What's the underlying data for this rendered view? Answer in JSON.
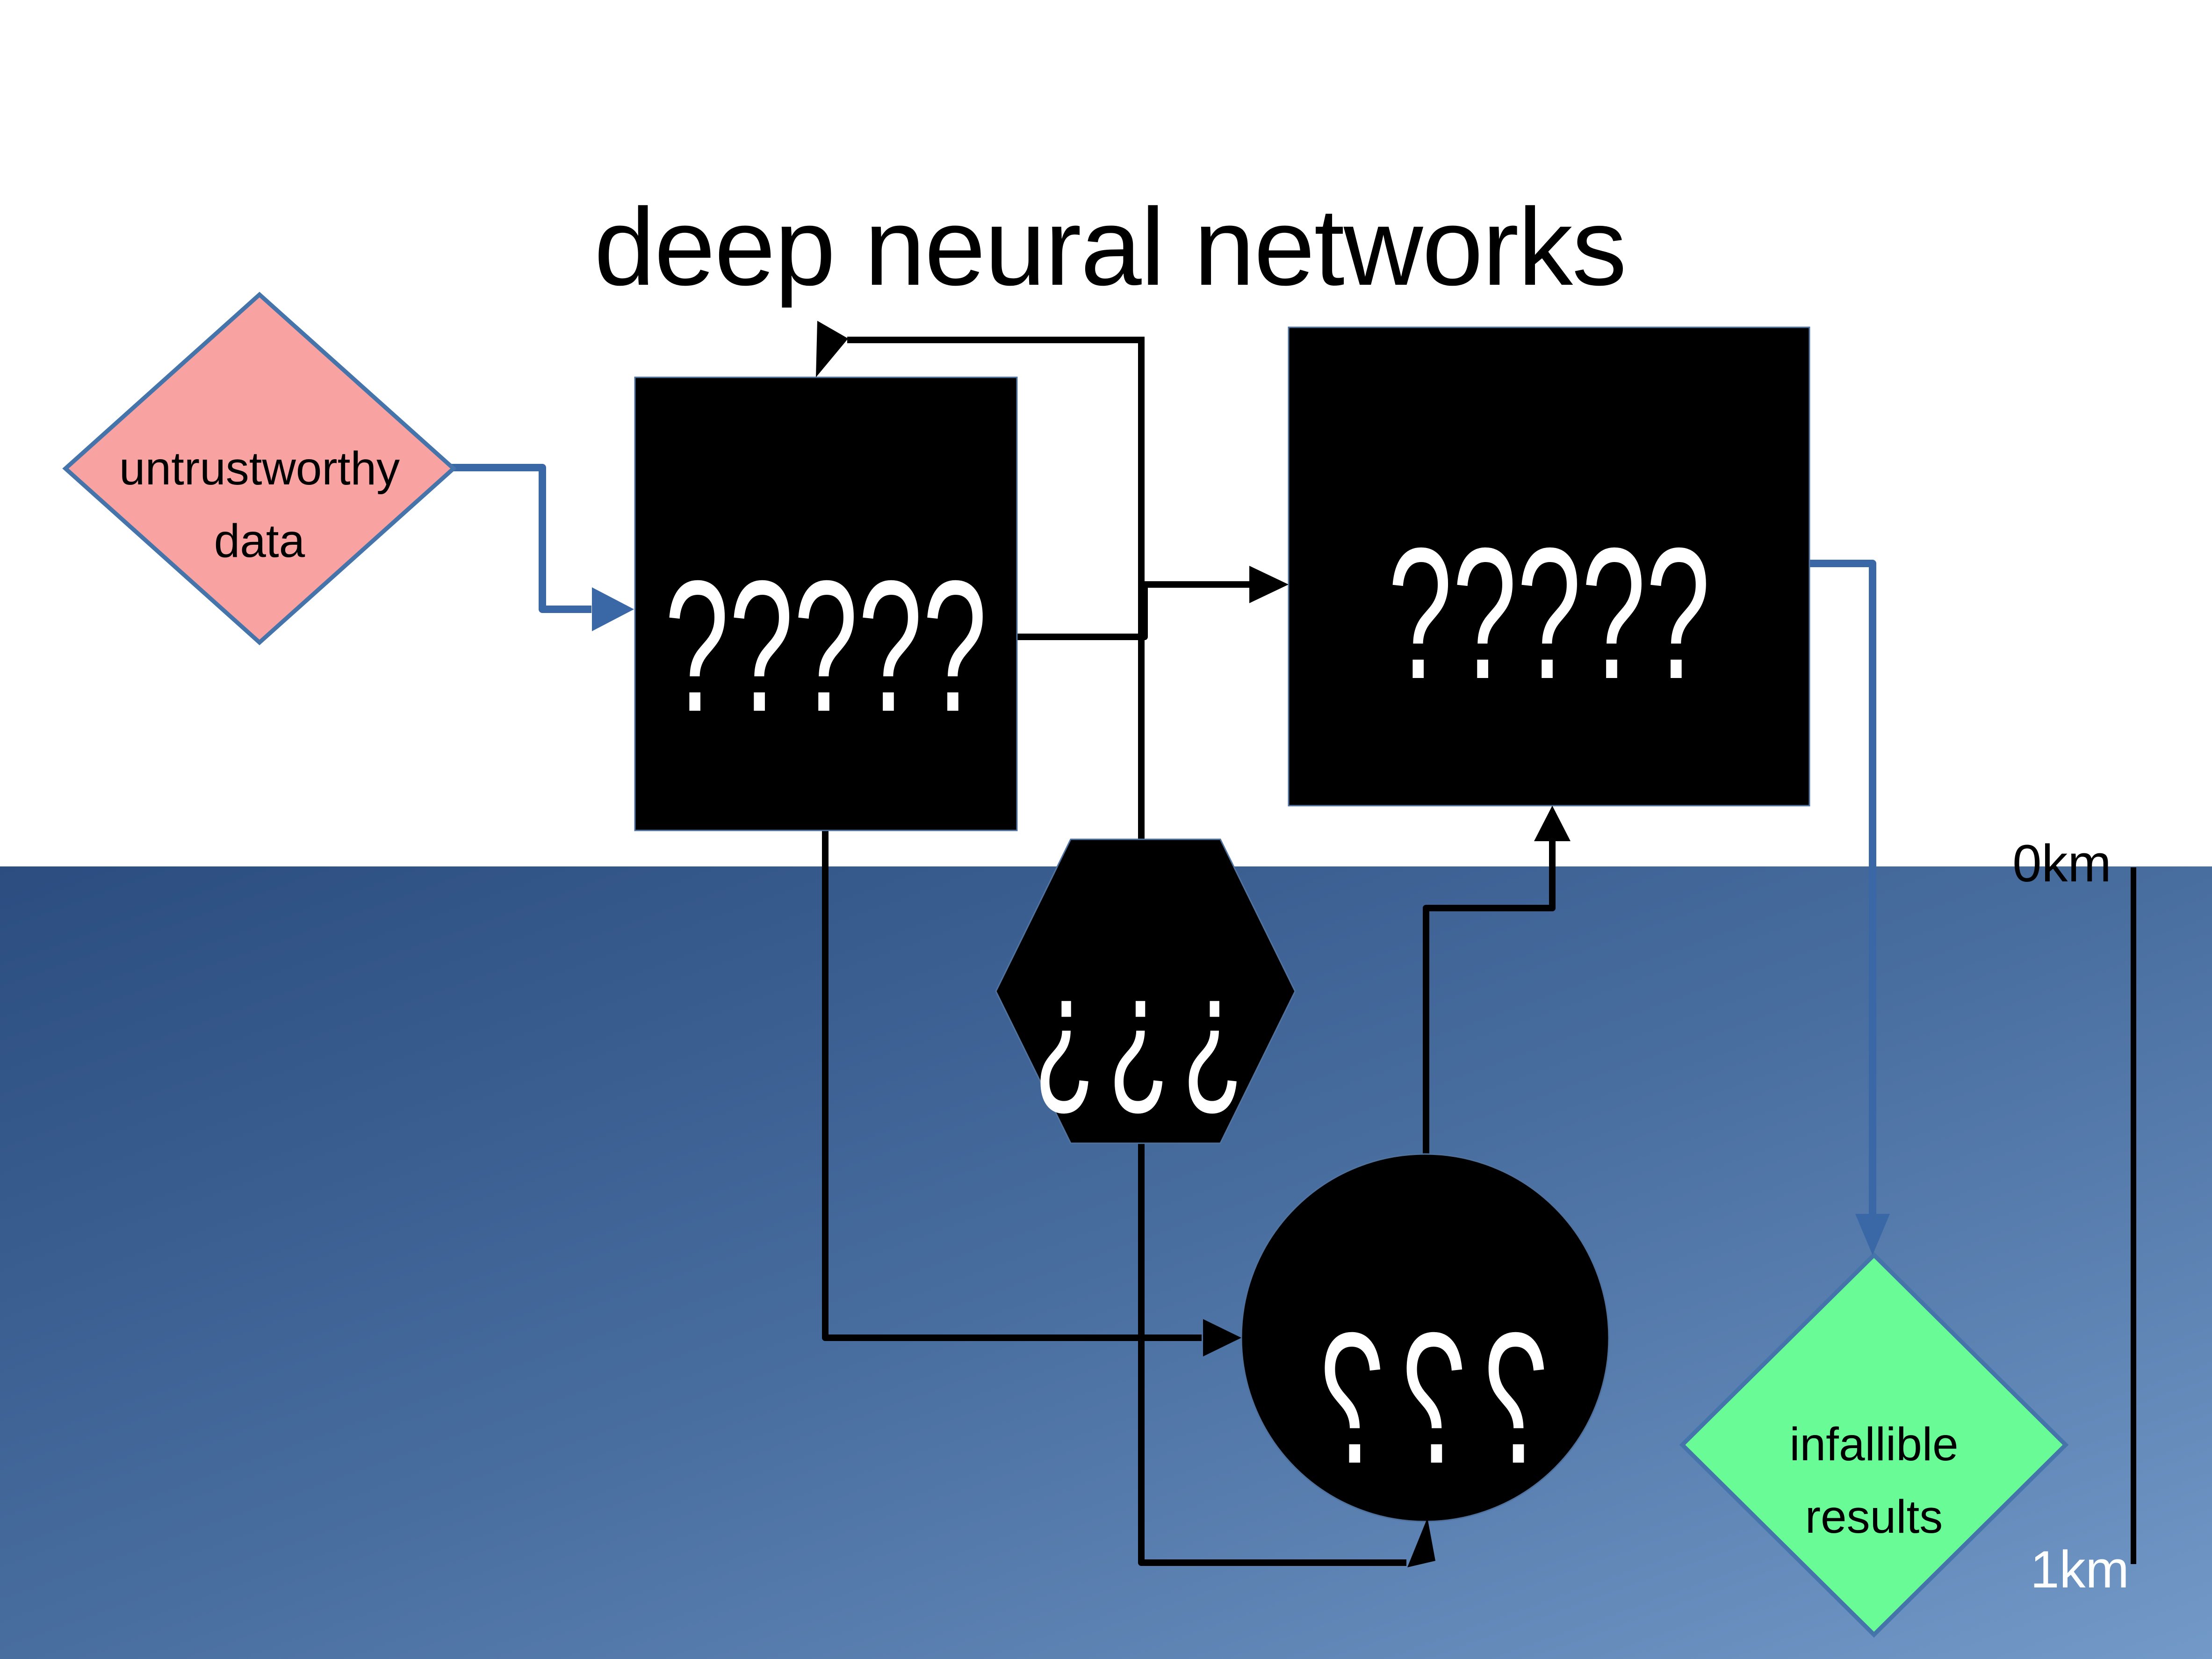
{
  "title": "deep neural networks",
  "nodes": {
    "input_diamond": {
      "label_line1": "untrustworthy",
      "label_line2": "data"
    },
    "stage1_box": {
      "glyphs": "?????"
    },
    "stage2_box": {
      "glyphs": "?????"
    },
    "hexagon_node": {
      "glyphs": "¿¿¿"
    },
    "circle_node": {
      "glyphs": "???",
      "note": "rendered mirrored (reversed question marks)"
    },
    "output_diamond": {
      "label_line1": "infallible",
      "label_line2": "results"
    }
  },
  "depth_scale": {
    "surface_label": "0km",
    "bottom_label": "1km"
  },
  "colors": {
    "background_above_water": "#ffffff",
    "water_gradient_top_left": "#2b4d80",
    "water_gradient_bottom_right": "#7299c8",
    "node_fill": "#000000",
    "node_glyphs": "#ffffff",
    "input_diamond_fill": "#f8a2a2",
    "output_diamond_fill": "#69fb95",
    "diamond_border": "#4574ab",
    "black_flow_lines": "#000000",
    "blue_io_lines": "#3a68a6",
    "title_text": "#000000"
  }
}
